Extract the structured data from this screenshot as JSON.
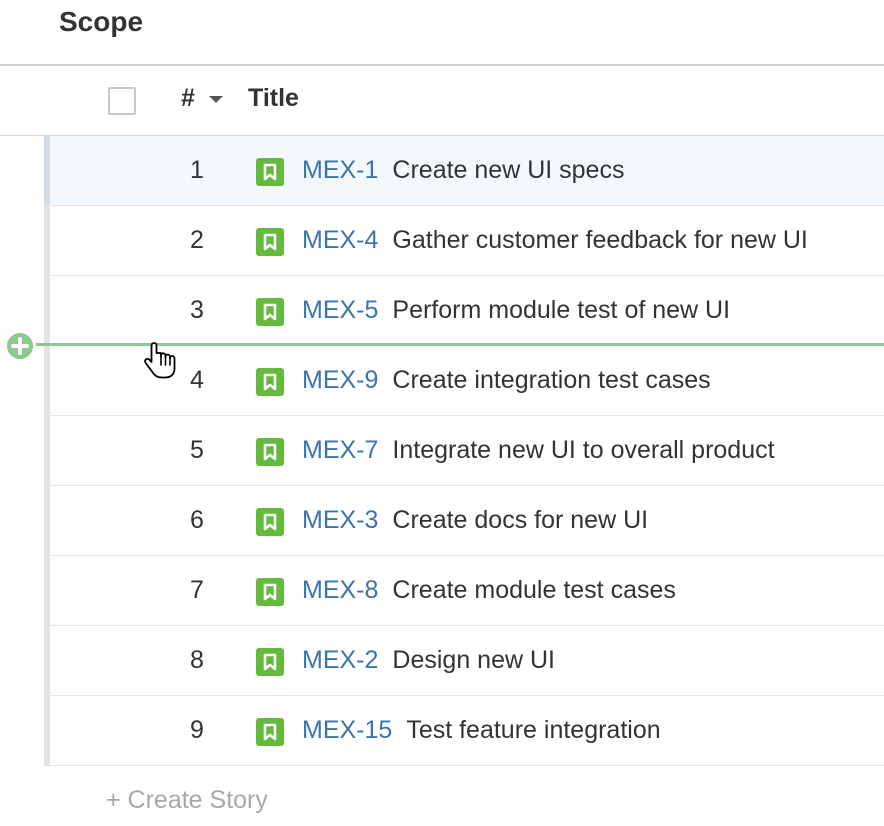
{
  "section": {
    "title": "Scope"
  },
  "table": {
    "col_number": "#",
    "col_title": "Title",
    "rows": [
      {
        "num": "1",
        "key": "MEX-1",
        "summary": "Create new UI specs"
      },
      {
        "num": "2",
        "key": "MEX-4",
        "summary": "Gather customer feedback for new UI"
      },
      {
        "num": "3",
        "key": "MEX-5",
        "summary": "Perform module test of new UI"
      },
      {
        "num": "4",
        "key": "MEX-9",
        "summary": "Create integration test cases"
      },
      {
        "num": "5",
        "key": "MEX-7",
        "summary": "Integrate new UI to overall product"
      },
      {
        "num": "6",
        "key": "MEX-3",
        "summary": "Create docs for new UI"
      },
      {
        "num": "7",
        "key": "MEX-8",
        "summary": "Create module test cases"
      },
      {
        "num": "8",
        "key": "MEX-2",
        "summary": "Design new UI"
      },
      {
        "num": "9",
        "key": "MEX-15",
        "summary": "Test feature integration"
      }
    ]
  },
  "footer": {
    "create_story": "+ Create Story"
  },
  "icons": {
    "row_type": "story-bookmark-icon",
    "sort": "caret-down-icon",
    "drop": "plus-circle-icon",
    "cursor": "hand-pointer-icon"
  },
  "colors": {
    "key_link": "#3b73af",
    "story_icon": "#63ba3c",
    "drop_indicator": "#8dc98e",
    "selected_row": "#f3f8fd"
  }
}
